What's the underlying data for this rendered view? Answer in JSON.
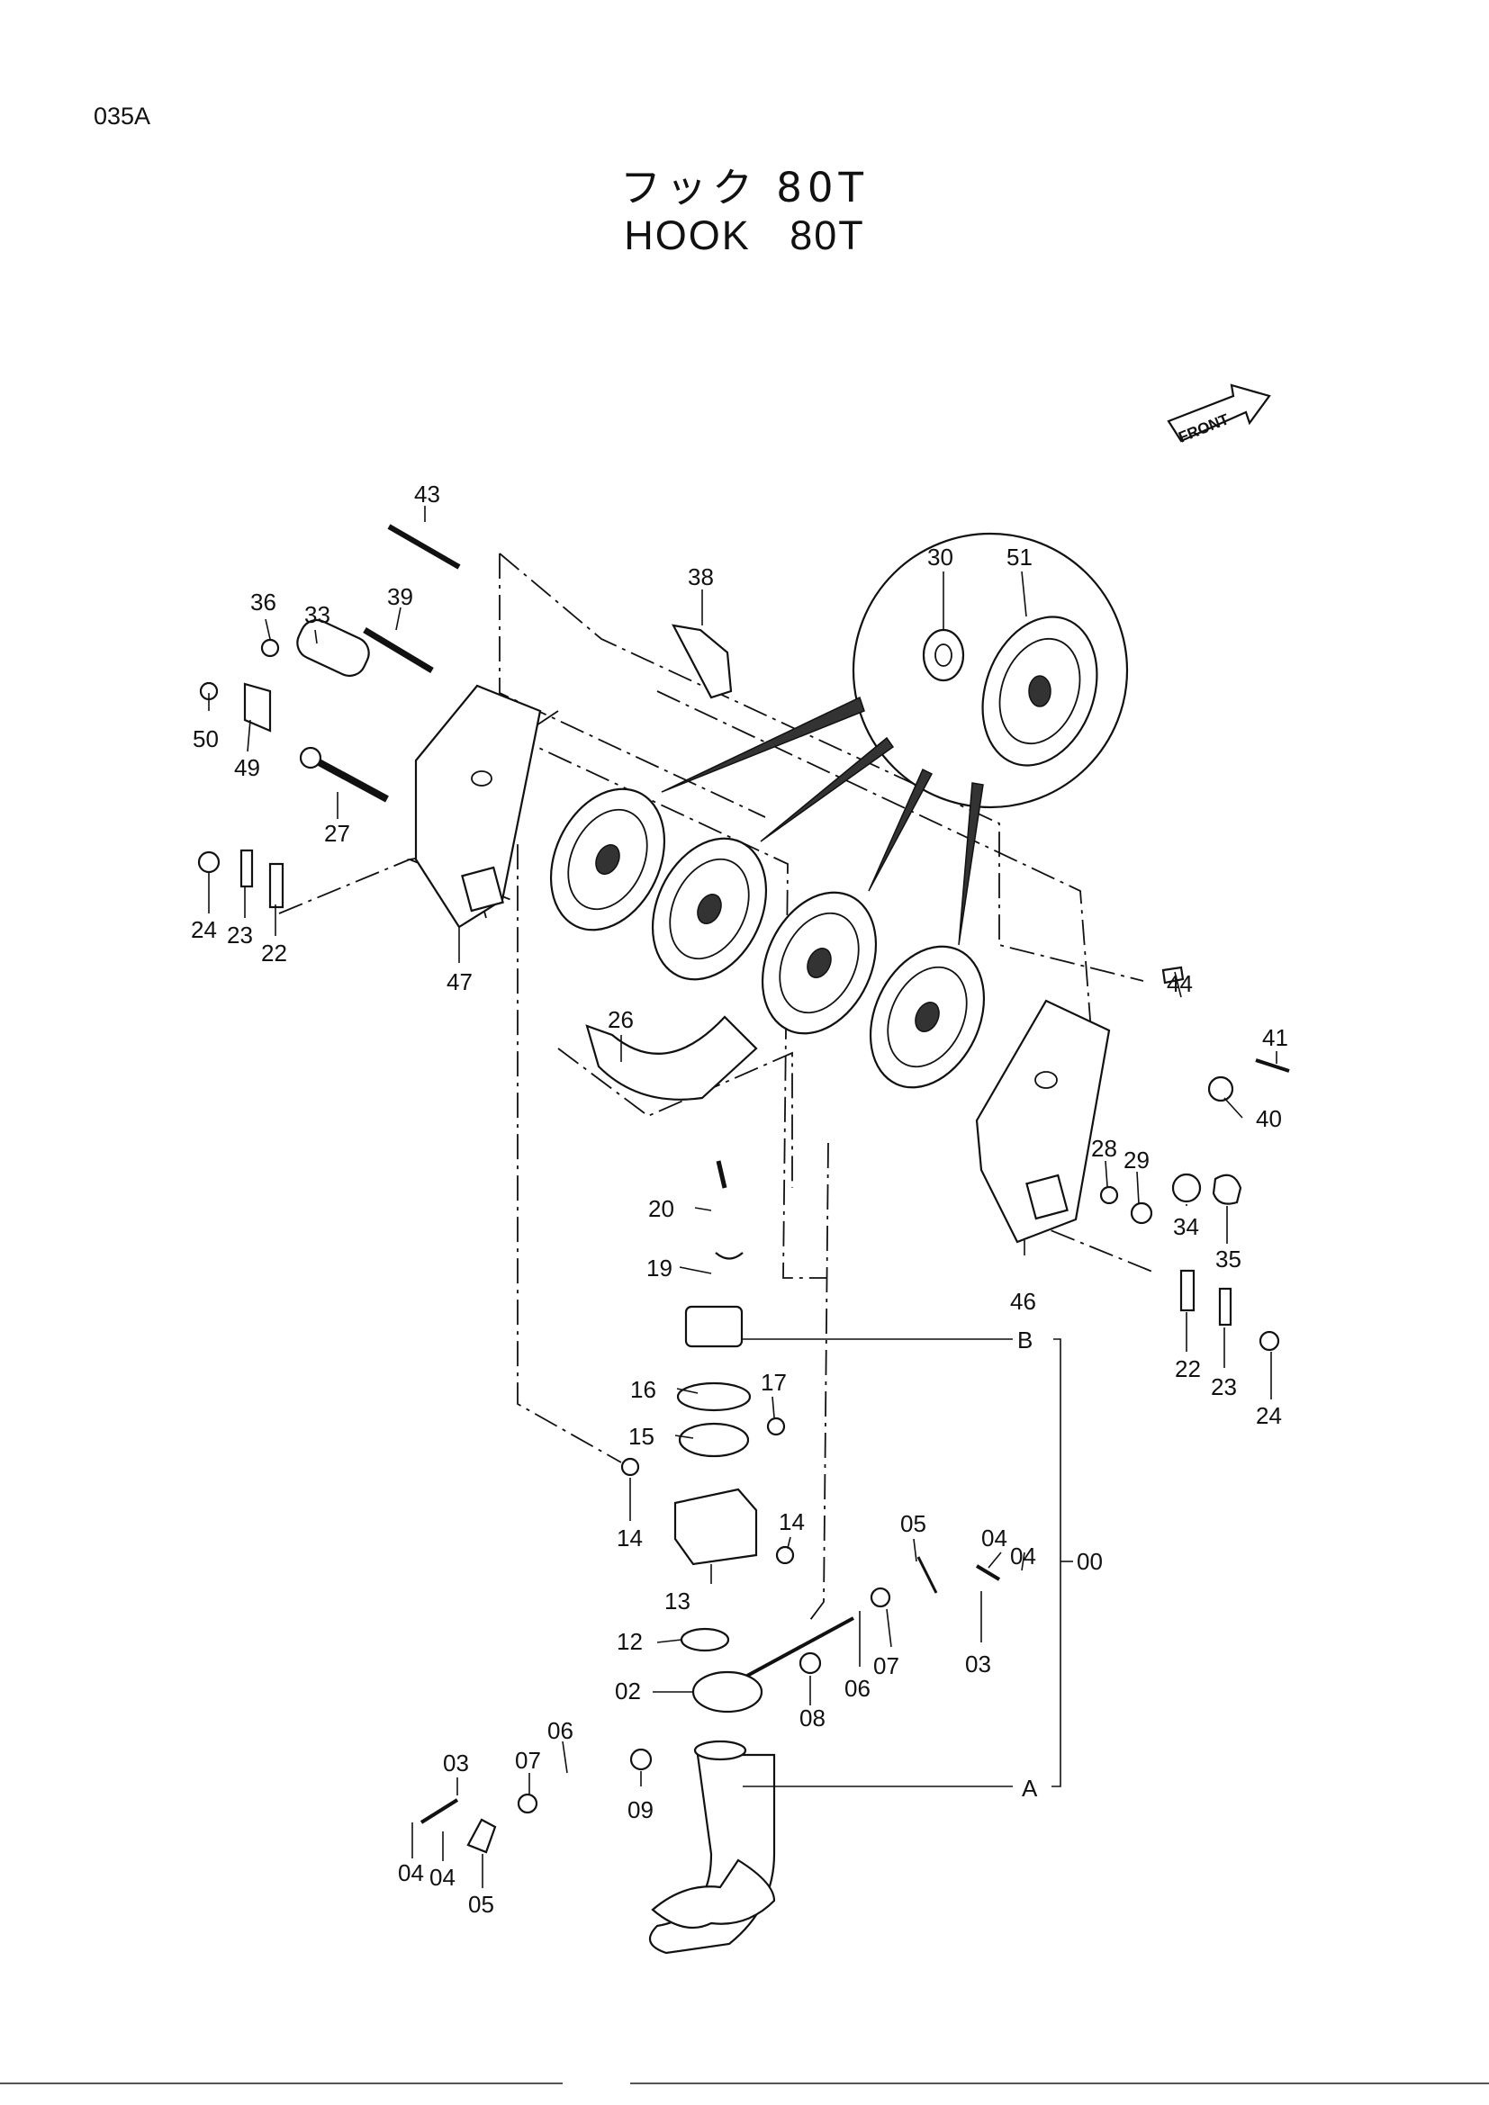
{
  "page": {
    "code": "035A",
    "title_jp": "フック 80T",
    "title_en": "HOOK   80T",
    "front_label": "FRONT"
  },
  "callouts": [
    {
      "id": "c43",
      "text": "43"
    },
    {
      "id": "c36",
      "text": "36"
    },
    {
      "id": "c33",
      "text": "33"
    },
    {
      "id": "c39",
      "text": "39"
    },
    {
      "id": "c50",
      "text": "50"
    },
    {
      "id": "c49",
      "text": "49"
    },
    {
      "id": "c27",
      "text": "27"
    },
    {
      "id": "c24a",
      "text": "24"
    },
    {
      "id": "c23a",
      "text": "23"
    },
    {
      "id": "c22a",
      "text": "22"
    },
    {
      "id": "c47",
      "text": "47"
    },
    {
      "id": "c38",
      "text": "38"
    },
    {
      "id": "c30",
      "text": "30"
    },
    {
      "id": "c51",
      "text": "51"
    },
    {
      "id": "c26",
      "text": "26"
    },
    {
      "id": "c44",
      "text": "44"
    },
    {
      "id": "c41",
      "text": "41"
    },
    {
      "id": "c40",
      "text": "40"
    },
    {
      "id": "c28",
      "text": "28"
    },
    {
      "id": "c29",
      "text": "29"
    },
    {
      "id": "c34",
      "text": "34"
    },
    {
      "id": "c35",
      "text": "35"
    },
    {
      "id": "c46",
      "text": "46"
    },
    {
      "id": "c22b",
      "text": "22"
    },
    {
      "id": "c23b",
      "text": "23"
    },
    {
      "id": "c24b",
      "text": "24"
    },
    {
      "id": "c20",
      "text": "20"
    },
    {
      "id": "c19",
      "text": "19"
    },
    {
      "id": "cB",
      "text": "B"
    },
    {
      "id": "c16",
      "text": "16"
    },
    {
      "id": "c17",
      "text": "17"
    },
    {
      "id": "c15",
      "text": "15"
    },
    {
      "id": "c14a",
      "text": "14"
    },
    {
      "id": "c14b",
      "text": "14"
    },
    {
      "id": "c13",
      "text": "13"
    },
    {
      "id": "c05a",
      "text": "05"
    },
    {
      "id": "c04a",
      "text": "04"
    },
    {
      "id": "c04b",
      "text": "04"
    },
    {
      "id": "c00",
      "text": "00"
    },
    {
      "id": "c12",
      "text": "12"
    },
    {
      "id": "c07a",
      "text": "07"
    },
    {
      "id": "c06a",
      "text": "06"
    },
    {
      "id": "c03a",
      "text": "03"
    },
    {
      "id": "c02",
      "text": "02"
    },
    {
      "id": "c08",
      "text": "08"
    },
    {
      "id": "c06b",
      "text": "06"
    },
    {
      "id": "c07b",
      "text": "07"
    },
    {
      "id": "c03b",
      "text": "03"
    },
    {
      "id": "c09",
      "text": "09"
    },
    {
      "id": "cA",
      "text": "A"
    },
    {
      "id": "c04c",
      "text": "04"
    },
    {
      "id": "c04d",
      "text": "04"
    },
    {
      "id": "c05b",
      "text": "05"
    }
  ]
}
